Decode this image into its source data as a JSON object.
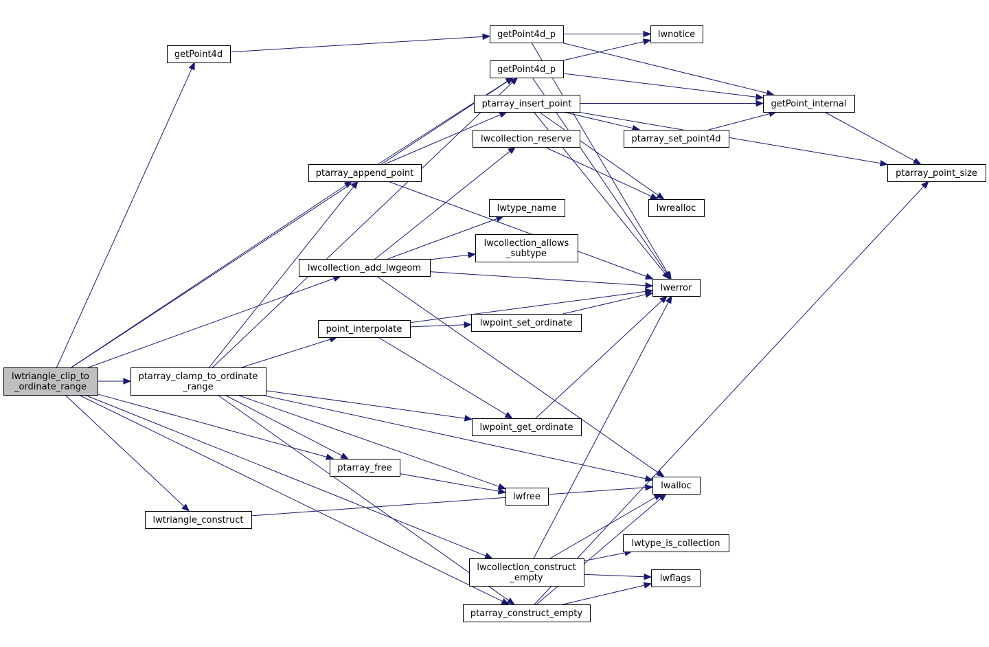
{
  "colors": {
    "edge": "#191970",
    "box_border": "#000000",
    "root_fill": "#bfbfbf",
    "background": "#ffffff"
  },
  "nodes": {
    "lwtriangle_clip": {
      "lines": [
        "lwtriangle_clip_to",
        "_ordinate_range"
      ],
      "root": true
    },
    "getPoint4d": {
      "lines": [
        "getPoint4d"
      ]
    },
    "getPoint4d_p_a": {
      "lines": [
        "getPoint4d_p"
      ]
    },
    "getPoint4d_p_b": {
      "lines": [
        "getPoint4d_p"
      ]
    },
    "lwnotice": {
      "lines": [
        "lwnotice"
      ]
    },
    "ptarray_insert_point": {
      "lines": [
        "ptarray_insert_point"
      ]
    },
    "getPoint_internal": {
      "lines": [
        "getPoint_internal"
      ]
    },
    "lwcollection_reserve": {
      "lines": [
        "lwcollection_reserve"
      ]
    },
    "ptarray_set_point4d": {
      "lines": [
        "ptarray_set_point4d"
      ]
    },
    "ptarray_append_point": {
      "lines": [
        "ptarray_append_point"
      ]
    },
    "ptarray_point_size": {
      "lines": [
        "ptarray_point_size"
      ]
    },
    "lwrealloc": {
      "lines": [
        "lwrealloc"
      ]
    },
    "lwtype_name": {
      "lines": [
        "lwtype_name"
      ]
    },
    "lwcollection_allows": {
      "lines": [
        "lwcollection_allows",
        "_subtype"
      ]
    },
    "lwcollection_add_lwgeom": {
      "lines": [
        "lwcollection_add_lwgeom"
      ]
    },
    "lwerror": {
      "lines": [
        "lwerror"
      ]
    },
    "lwpoint_set_ordinate": {
      "lines": [
        "lwpoint_set_ordinate"
      ]
    },
    "point_interpolate": {
      "lines": [
        "point_interpolate"
      ]
    },
    "ptarray_clamp": {
      "lines": [
        "ptarray_clamp_to_ordinate",
        "_range"
      ]
    },
    "lwpoint_get_ordinate": {
      "lines": [
        "lwpoint_get_ordinate"
      ]
    },
    "ptarray_free": {
      "lines": [
        "ptarray_free"
      ]
    },
    "lwalloc": {
      "lines": [
        "lwalloc"
      ]
    },
    "lwfree": {
      "lines": [
        "lwfree"
      ]
    },
    "lwtriangle_construct": {
      "lines": [
        "lwtriangle_construct"
      ]
    },
    "lwtype_is_collection": {
      "lines": [
        "lwtype_is_collection"
      ]
    },
    "lwcollection_construct_empty": {
      "lines": [
        "lwcollection_construct",
        "_empty"
      ]
    },
    "lwflags": {
      "lines": [
        "lwflags"
      ]
    },
    "ptarray_construct_empty": {
      "lines": [
        "ptarray_construct_empty"
      ]
    }
  },
  "edges": [
    [
      "lwtriangle_clip",
      "getPoint4d"
    ],
    [
      "lwtriangle_clip",
      "getPoint4d_p_b"
    ],
    [
      "lwtriangle_clip",
      "ptarray_append_point"
    ],
    [
      "lwtriangle_clip",
      "lwcollection_add_lwgeom"
    ],
    [
      "lwtriangle_clip",
      "ptarray_clamp"
    ],
    [
      "lwtriangle_clip",
      "ptarray_free"
    ],
    [
      "lwtriangle_clip",
      "lwtriangle_construct"
    ],
    [
      "lwtriangle_clip",
      "lwcollection_construct_empty"
    ],
    [
      "lwtriangle_clip",
      "ptarray_construct_empty"
    ],
    [
      "getPoint4d",
      "getPoint4d_p_a"
    ],
    [
      "getPoint4d_p_a",
      "lwnotice"
    ],
    [
      "getPoint4d_p_a",
      "getPoint_internal"
    ],
    [
      "getPoint4d_p_a",
      "lwerror"
    ],
    [
      "getPoint4d_p_b",
      "lwnotice"
    ],
    [
      "getPoint4d_p_b",
      "getPoint_internal"
    ],
    [
      "getPoint4d_p_b",
      "lwerror"
    ],
    [
      "ptarray_insert_point",
      "getPoint_internal"
    ],
    [
      "ptarray_insert_point",
      "ptarray_set_point4d"
    ],
    [
      "ptarray_insert_point",
      "ptarray_point_size"
    ],
    [
      "ptarray_insert_point",
      "lwrealloc"
    ],
    [
      "ptarray_insert_point",
      "lwerror"
    ],
    [
      "ptarray_set_point4d",
      "getPoint_internal"
    ],
    [
      "getPoint_internal",
      "ptarray_point_size"
    ],
    [
      "lwcollection_reserve",
      "lwrealloc"
    ],
    [
      "ptarray_append_point",
      "getPoint4d_p_b"
    ],
    [
      "ptarray_append_point",
      "ptarray_insert_point"
    ],
    [
      "ptarray_append_point",
      "lwerror"
    ],
    [
      "lwcollection_add_lwgeom",
      "lwcollection_reserve"
    ],
    [
      "lwcollection_add_lwgeom",
      "lwtype_name"
    ],
    [
      "lwcollection_add_lwgeom",
      "lwcollection_allows"
    ],
    [
      "lwcollection_add_lwgeom",
      "lwerror"
    ],
    [
      "lwcollection_add_lwgeom",
      "lwalloc"
    ],
    [
      "point_interpolate",
      "lwpoint_set_ordinate"
    ],
    [
      "point_interpolate",
      "lwerror"
    ],
    [
      "point_interpolate",
      "lwpoint_get_ordinate"
    ],
    [
      "lwpoint_set_ordinate",
      "lwerror"
    ],
    [
      "lwpoint_get_ordinate",
      "lwerror"
    ],
    [
      "ptarray_clamp",
      "getPoint4d_p_b"
    ],
    [
      "ptarray_clamp",
      "ptarray_append_point"
    ],
    [
      "ptarray_clamp",
      "point_interpolate"
    ],
    [
      "ptarray_clamp",
      "lwpoint_get_ordinate"
    ],
    [
      "ptarray_clamp",
      "ptarray_free"
    ],
    [
      "ptarray_clamp",
      "lwfree"
    ],
    [
      "ptarray_clamp",
      "lwalloc"
    ],
    [
      "ptarray_clamp",
      "ptarray_construct_empty"
    ],
    [
      "ptarray_free",
      "lwfree"
    ],
    [
      "lwtriangle_construct",
      "lwalloc"
    ],
    [
      "lwcollection_construct_empty",
      "lwtype_is_collection"
    ],
    [
      "lwcollection_construct_empty",
      "lwflags"
    ],
    [
      "lwcollection_construct_empty",
      "lwalloc"
    ],
    [
      "lwcollection_construct_empty",
      "lwerror"
    ],
    [
      "ptarray_construct_empty",
      "lwflags"
    ],
    [
      "ptarray_construct_empty",
      "lwalloc"
    ],
    [
      "ptarray_construct_empty",
      "ptarray_point_size"
    ]
  ]
}
